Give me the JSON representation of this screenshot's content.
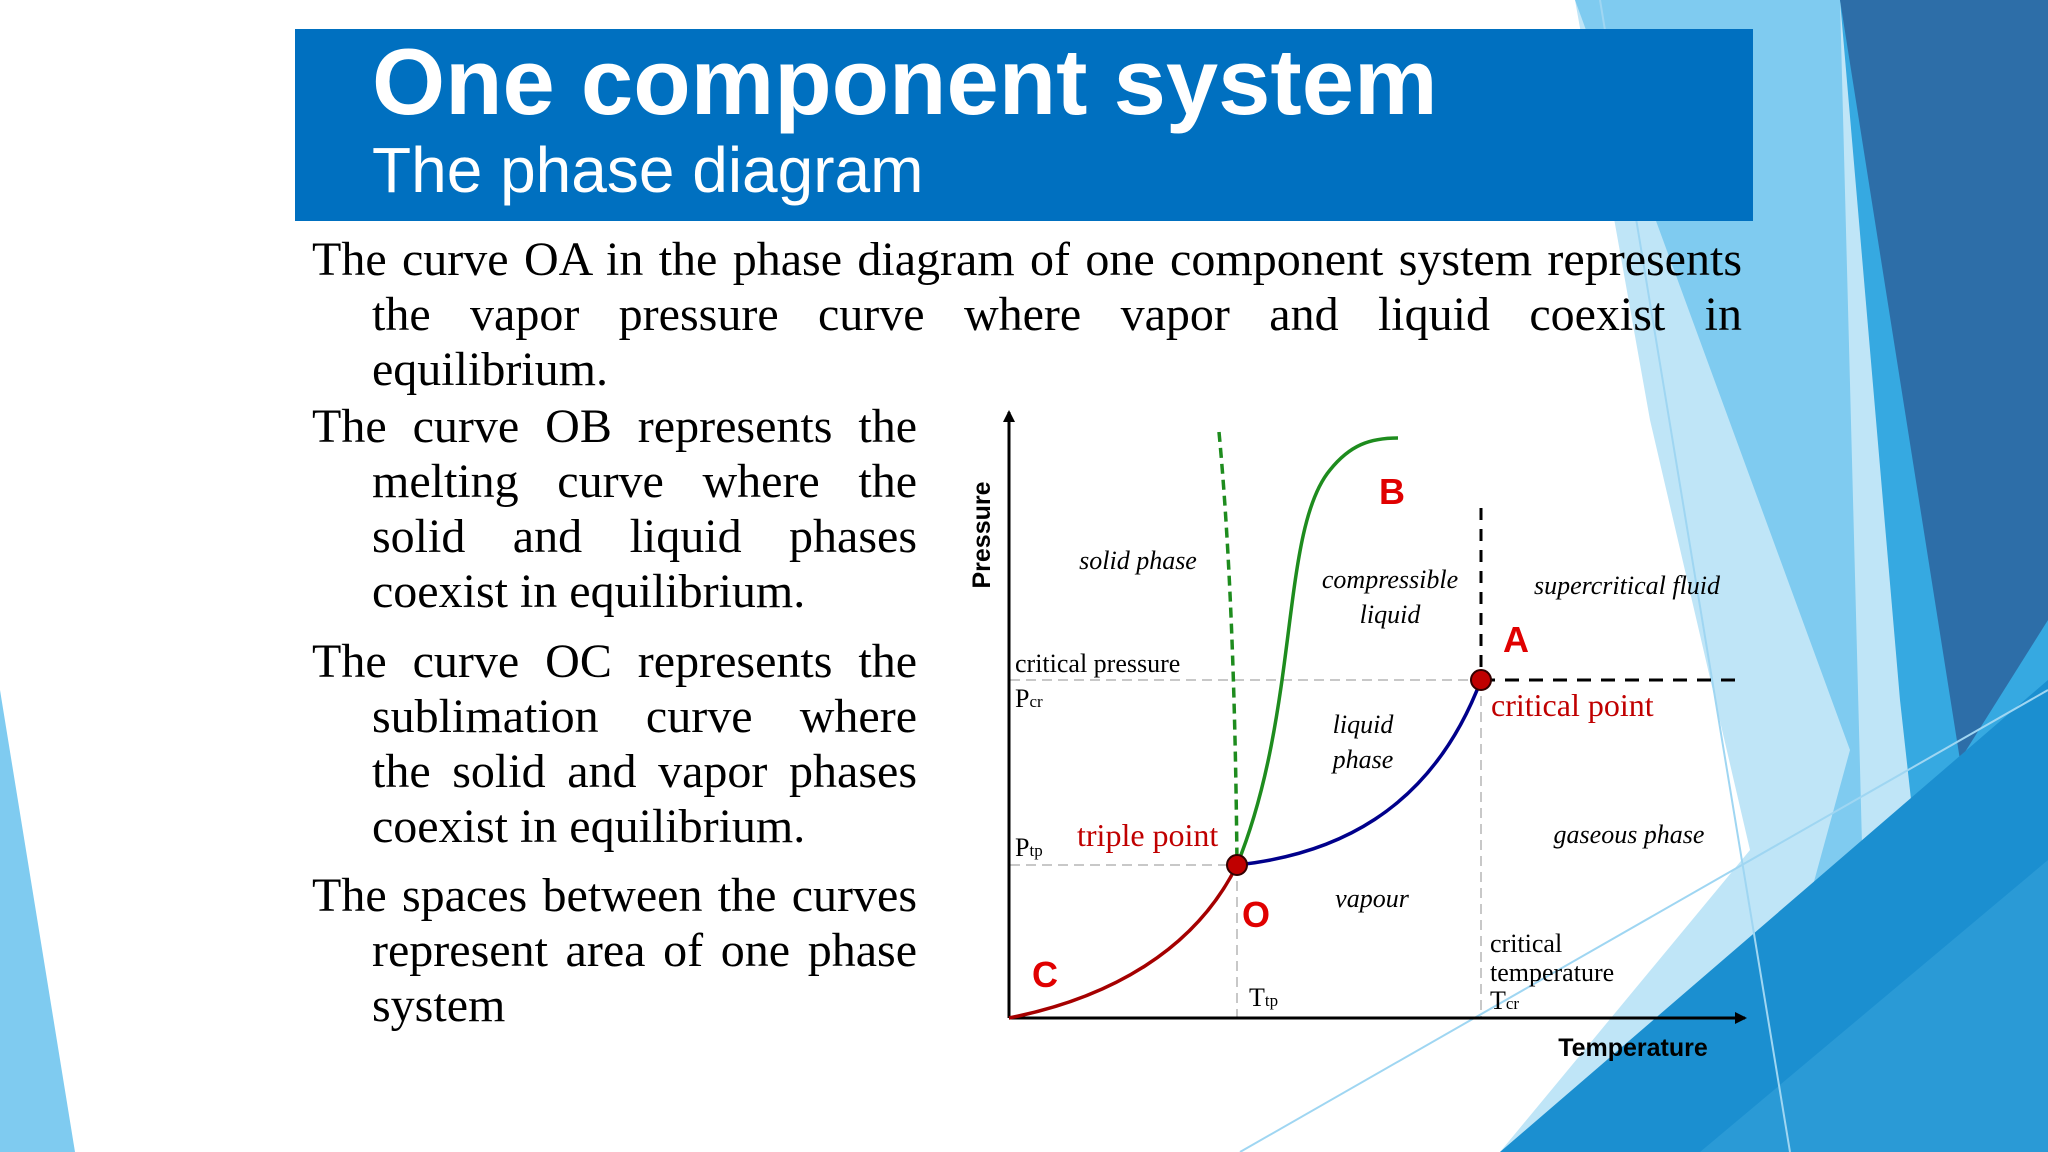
{
  "colors": {
    "header": "#0070c0",
    "background_accent": [
      "#1b8fd0",
      "#36a9e1",
      "#7fcbf0",
      "#2d6ea8"
    ],
    "curve_OA": "#00008b",
    "curve_OB": "#1e8c1e",
    "curve_OC": "#a50000",
    "point_labels": "#e00000",
    "point_marker": "#c00000",
    "text_red": "#c00000"
  },
  "slide": {
    "title": "One component system",
    "subtitle": "The phase diagram"
  },
  "paragraphs": [
    "The curve OA in the phase diagram of one component system represents the vapor pressure curve where vapor and liquid coexist in equilibrium.",
    "The curve OB represents the melting curve where the solid and liquid phases coexist in equilibrium.",
    "The curve OC represents the sublimation curve where the solid and vapor phases coexist in equilibrium.",
    "The spaces between the curves represent area of one phase system"
  ],
  "diagram": {
    "axis_x_label": "Temperature",
    "axis_y_label": "Pressure",
    "points": {
      "A": "A",
      "B": "B",
      "C": "C",
      "O": "O"
    },
    "regions": {
      "solid": "solid phase",
      "compressible_1": "compressible",
      "compressible_2": "liquid",
      "liquid_1": "liquid",
      "liquid_2": "phase",
      "supercritical": "supercritical fluid",
      "gaseous": "gaseous phase",
      "vapour": "vapour"
    },
    "annotations": {
      "critical_pressure": "critical pressure",
      "P": "P",
      "cr_sub": "cr",
      "tp_sub": "tp",
      "T": "T",
      "triple_point": "triple point",
      "critical_point": "critical point",
      "critical_temp_1": "critical",
      "critical_temp_2": "temperature"
    }
  }
}
